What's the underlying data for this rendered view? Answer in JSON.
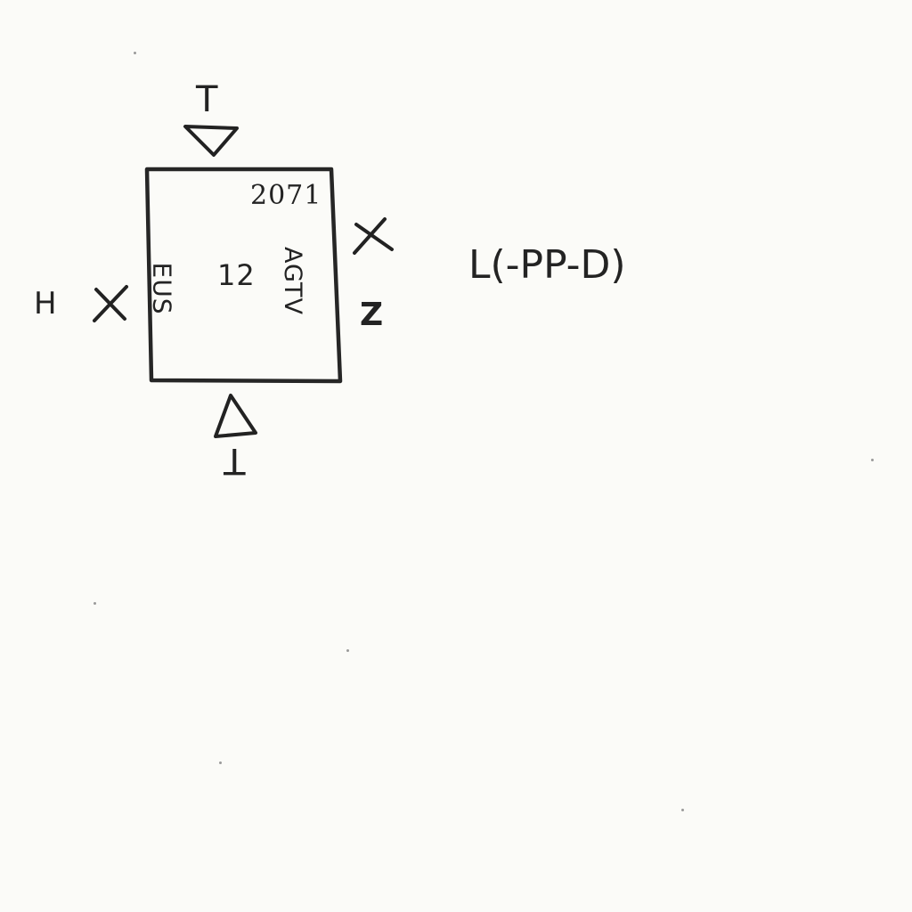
{
  "diagram": {
    "box": {
      "corner_label": "2071",
      "center_label": "12",
      "left_inner_label": "EUS",
      "right_inner_label": "AGTV"
    },
    "top_marker": {
      "label": "T",
      "symbol": "down-triangle"
    },
    "bottom_marker": {
      "label": "T",
      "symbol": "up-triangle"
    },
    "left_marker": {
      "label": "H",
      "symbol": "x-mark"
    },
    "right_marker": {
      "label": "Z",
      "symbol": "x-mark"
    },
    "side_note": "L(-PP-D)"
  },
  "colors": {
    "paper": "#fbfbf8",
    "ink": "#222222"
  }
}
